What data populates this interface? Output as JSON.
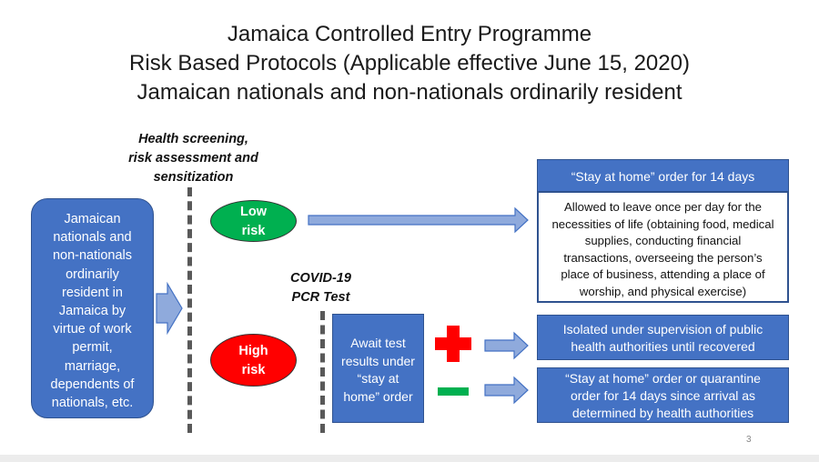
{
  "title": {
    "line1": "Jamaica Controlled Entry Programme",
    "line2": "Risk Based Protocols (Applicable effective June 15, 2020)",
    "line3": "Jamaican nationals and non-nationals ordinarily resident"
  },
  "screening_label": {
    "line1": "Health screening,",
    "line2": "risk assessment and",
    "line3": "sensitization"
  },
  "origin": {
    "lines": [
      "Jamaican",
      "nationals and",
      "non-nationals",
      "ordinarily",
      "resident in",
      "Jamaica by",
      "virtue of work",
      "permit,",
      "marriage,",
      "dependents of",
      "nationals, etc."
    ]
  },
  "low_risk": {
    "line1": "Low",
    "line2": "risk",
    "color": "#00b050"
  },
  "high_risk": {
    "line1": "High",
    "line2": "risk",
    "color": "#ff0000"
  },
  "pcr_label": {
    "line1": "COVID-19",
    "line2": "PCR Test"
  },
  "await": {
    "lines": [
      "Await test",
      "results under",
      "“stay at",
      "home” order"
    ]
  },
  "stay_home": {
    "header": "“Stay at home” order for 14 days",
    "body_lines": [
      "Allowed to leave once per day for the",
      "necessities of life (obtaining food, medical",
      "supplies, conducting financial",
      "transactions, overseeing the person’s",
      "place of business, attending a place of",
      "worship, and physical exercise)"
    ]
  },
  "positive_outcome": {
    "lines": [
      "Isolated under supervision of public",
      "health authorities until recovered"
    ]
  },
  "negative_outcome": {
    "lines": [
      "“Stay at home” order  or quarantine",
      "order for 14 days since arrival as",
      "determined by health authorities"
    ]
  },
  "page_number": "3",
  "colors": {
    "box_blue": "#4472c4",
    "border_blue": "#2f528f",
    "arrow_fill": "#8faadc",
    "plus_red": "#ff0000",
    "minus_green": "#00b050"
  }
}
